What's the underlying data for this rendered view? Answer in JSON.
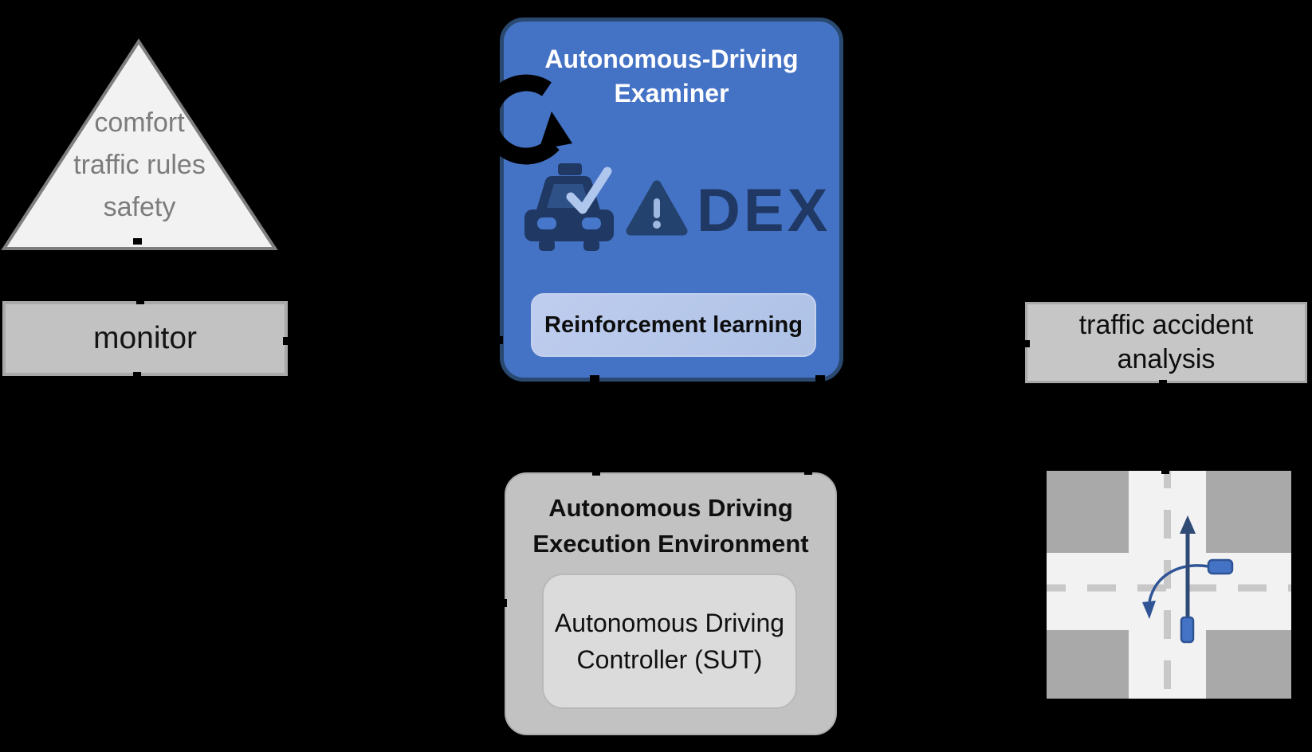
{
  "colors": {
    "background": "#000000",
    "examiner_fill": "#4472C4",
    "examiner_border": "#2A4970",
    "logo_navy": "#1F3864",
    "logo_light_blue": "#AFC7EC",
    "rl_fill": "#B4C7E7",
    "gray_box_fill": "#C2C2C2",
    "gray_box_border": "#A9A9A9",
    "pyramid_fill": "#F2F2F2",
    "pyramid_border": "#7F7F7F",
    "road_fill": "#F2F2F2",
    "road_block": "#A9A9A9",
    "lane_dash": "#C8C8C8",
    "car_fill": "#4472C4",
    "car_border": "#2E5395",
    "path_arrow": "#2F4A75"
  },
  "pyramid": {
    "levels": [
      "comfort",
      "traffic rules",
      "safety"
    ]
  },
  "monitor_box": {
    "label": "monitor"
  },
  "examiner_box": {
    "title": "Autonomous-Driving\nExaminer",
    "logo_text": "DEX",
    "rl_label": "Reinforcement learning"
  },
  "traffic_accident_box": {
    "label": "traffic accident\nanalysis"
  },
  "execution_env_box": {
    "title": "Autonomous Driving\nExecution Environment",
    "controller_label": "Autonomous Driving\nController (SUT)"
  },
  "icons": {
    "cycle_arrow": "black circular refresh arrow",
    "taxi_check": "navy taxi with light-blue checkmark",
    "warning_triangle": "navy warning triangle with exclamation mark",
    "intersection": "crossroad with two cars, straight arrow and left-turn arrow"
  }
}
